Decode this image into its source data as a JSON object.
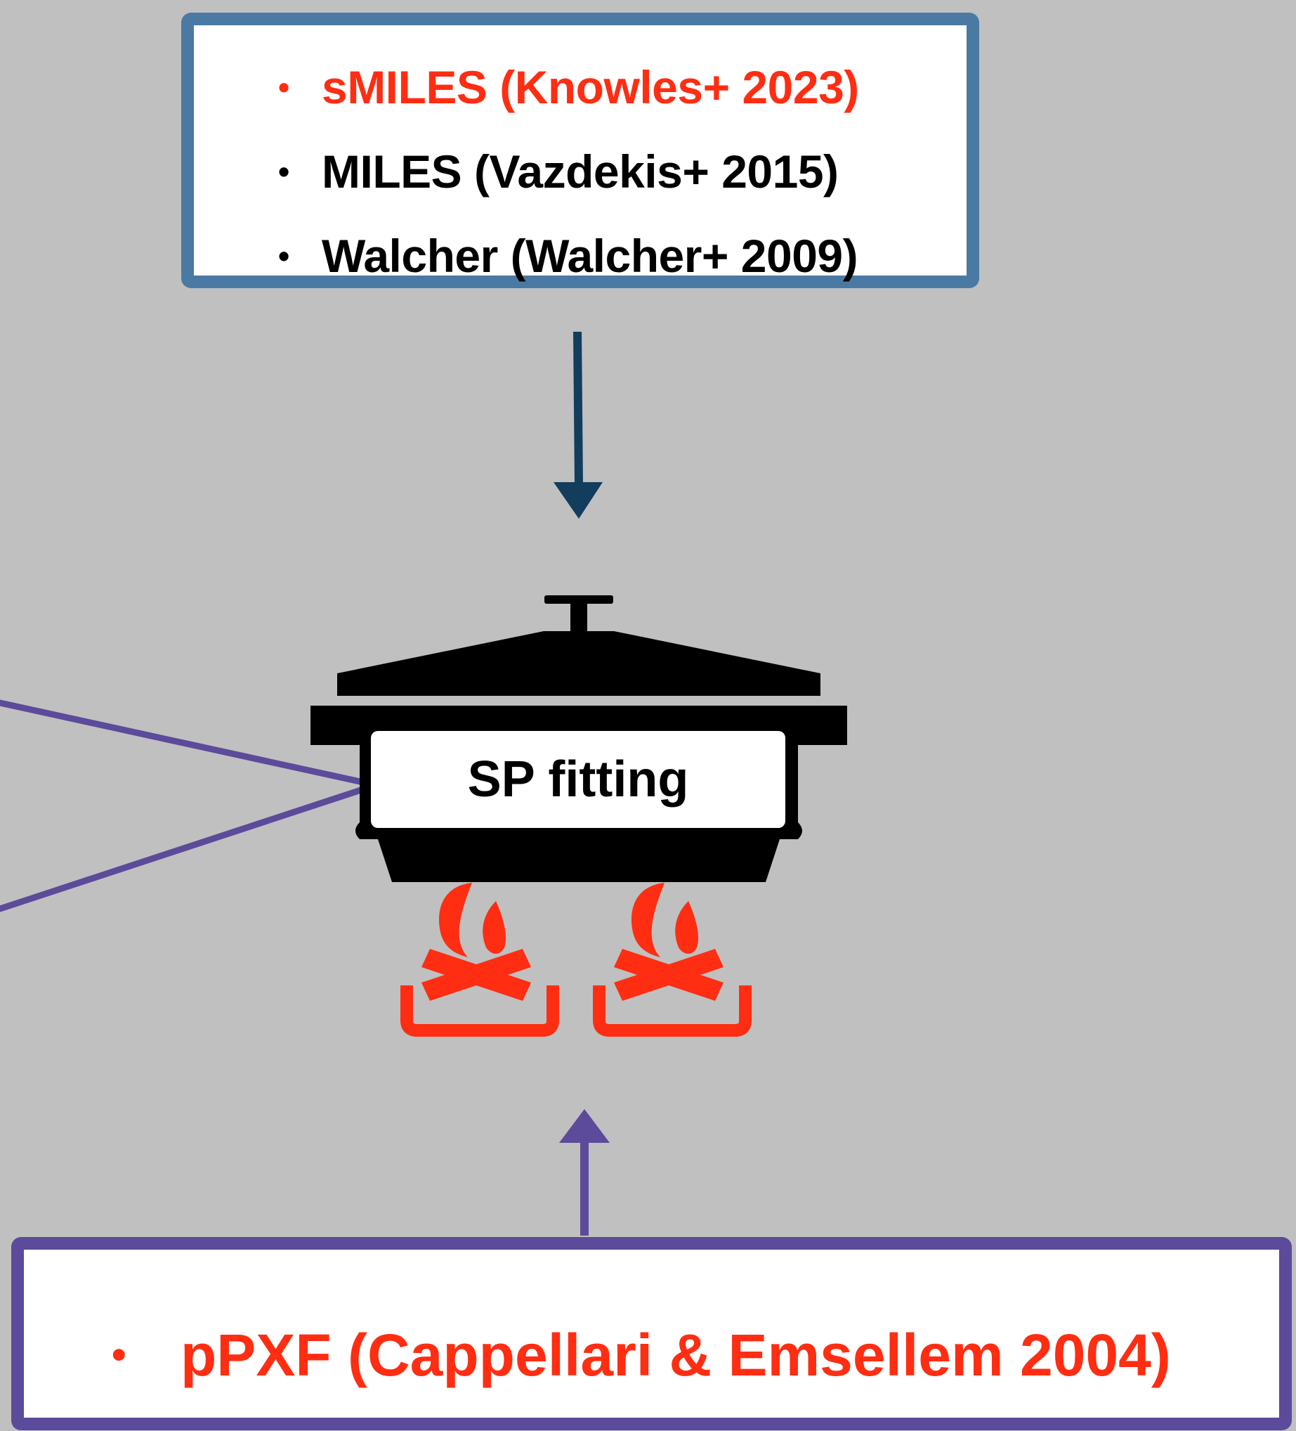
{
  "colors": {
    "background": "#c0c0c0",
    "top_border": "#4a7aa3",
    "bottom_border": "#5c4a9a",
    "highlight_red": "#ff2d12",
    "text_black": "#000000",
    "top_arrow": "#123d5c",
    "bottom_arrow": "#5c4a9a"
  },
  "top_box": {
    "items": [
      {
        "bullet": "•",
        "text": "sMILES (Knowles+ 2023)",
        "color": "red"
      },
      {
        "bullet": "•",
        "text": "MILES (Vazdekis+ 2015)",
        "color": "black"
      },
      {
        "bullet": "•",
        "text": "Walcher (Walcher+ 2009)",
        "color": "black"
      }
    ]
  },
  "pot": {
    "label": "SP fitting",
    "icon": "cooking-pot-icon",
    "fire_icon": "campfire-icon"
  },
  "bottom_box": {
    "items": [
      {
        "bullet": "•",
        "text": "pPXF (Cappellari & Emsellem 2004)",
        "color": "red"
      }
    ]
  }
}
